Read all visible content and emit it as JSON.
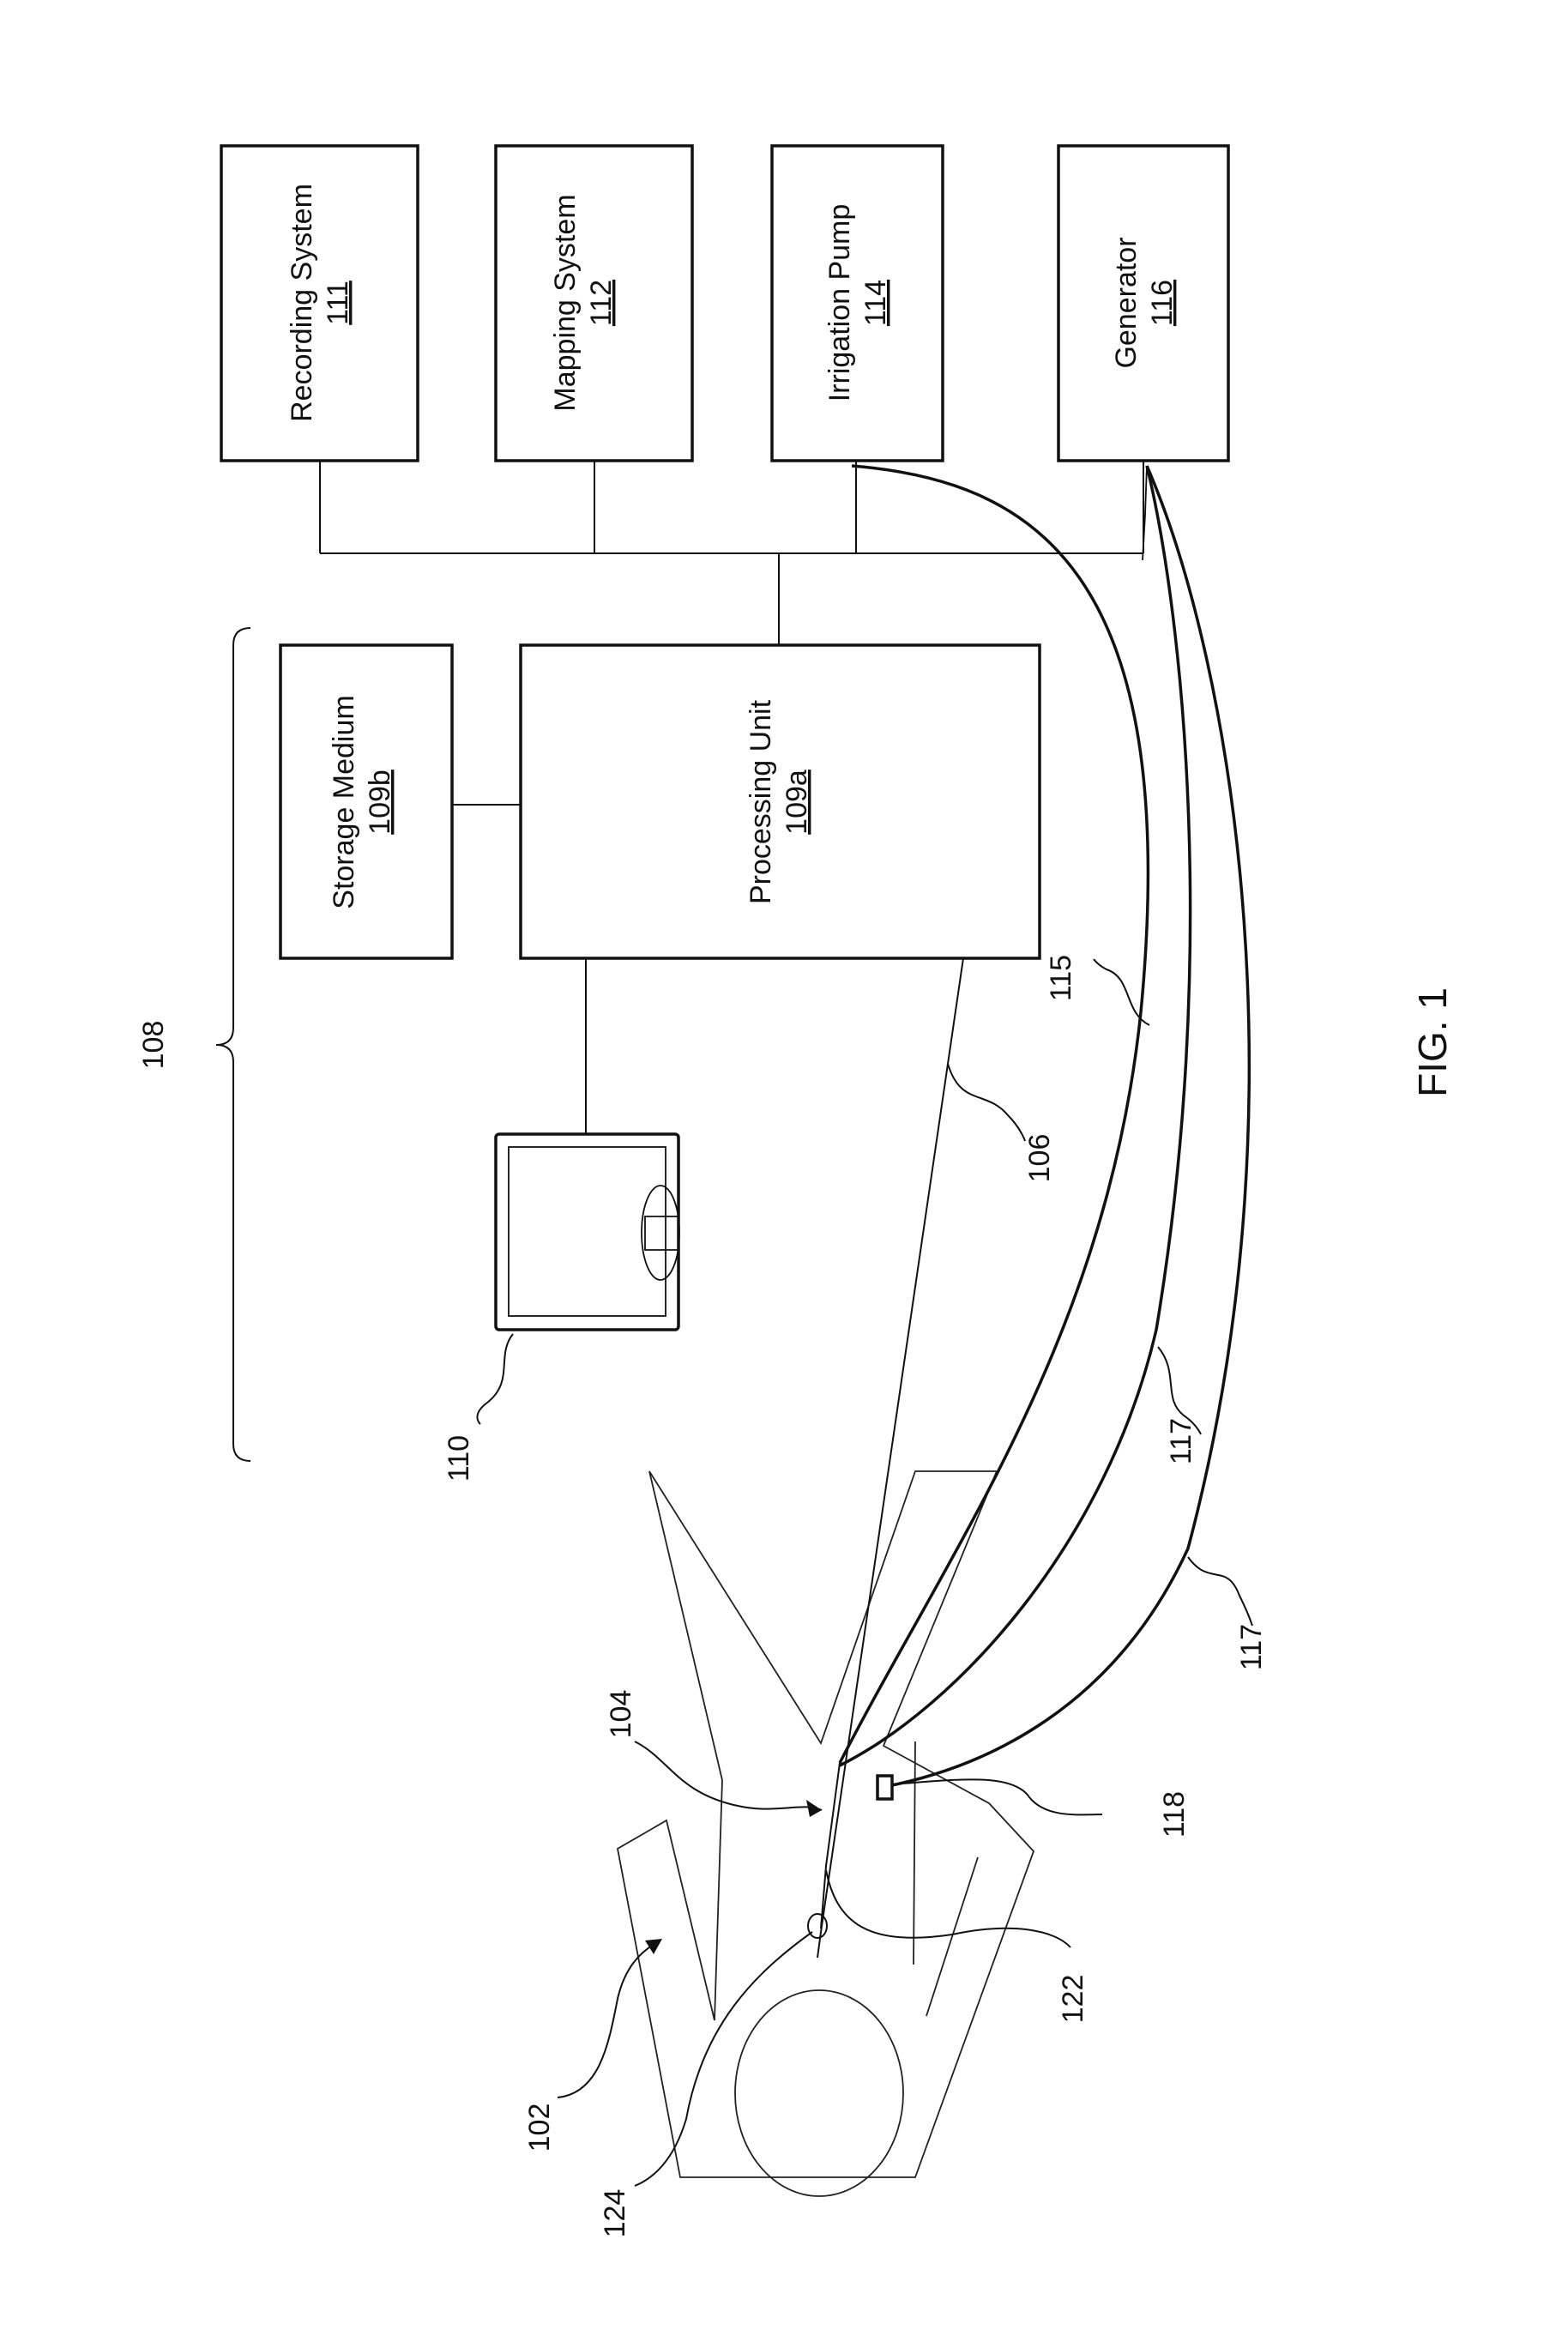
{
  "boxes": {
    "recording": {
      "name": "Recording System",
      "ref": "111"
    },
    "mapping": {
      "name": "Mapping System",
      "ref": "112"
    },
    "irrigation": {
      "name": "Irrigation Pump",
      "ref": "114"
    },
    "generator": {
      "name": "Generator",
      "ref": "116"
    },
    "storage": {
      "name": "Storage Medium",
      "ref": "109b"
    },
    "processing": {
      "name": "Processing Unit",
      "ref": "109a"
    }
  },
  "refs": {
    "system": "108",
    "display": "110",
    "cable_106": "106",
    "cable_115": "115",
    "cable_117a": "117",
    "cable_117b": "117",
    "catheter": "104",
    "patient": "102",
    "heart": "124",
    "tip": "122",
    "patch": "118"
  },
  "figure_label": "FIG. 1"
}
